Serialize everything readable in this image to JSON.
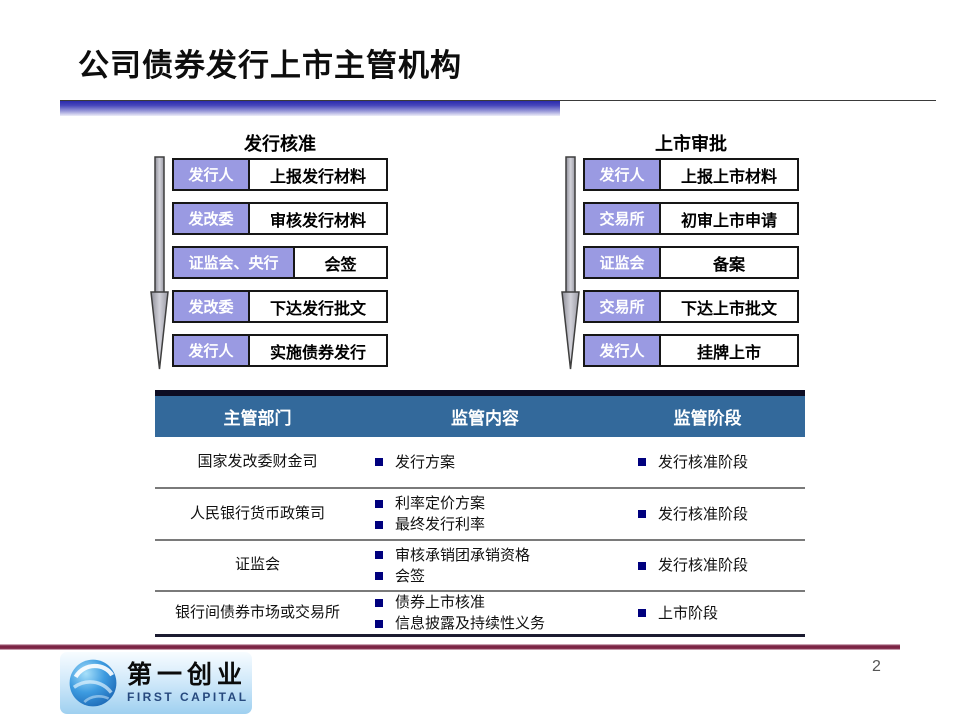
{
  "slide": {
    "title": "公司债券发行上市主管机构",
    "page_number": "2"
  },
  "flowcharts": [
    {
      "title": "发行核准",
      "steps": [
        {
          "actor": "发行人",
          "action": "上报发行材料"
        },
        {
          "actor": "发改委",
          "action": "审核发行材料"
        },
        {
          "actor": "证监会、央行",
          "action": "会签"
        },
        {
          "actor": "发改委",
          "action": "下达发行批文"
        },
        {
          "actor": "发行人",
          "action": "实施债券发行"
        }
      ]
    },
    {
      "title": "上市审批",
      "steps": [
        {
          "actor": "发行人",
          "action": "上报上市材料"
        },
        {
          "actor": "交易所",
          "action": "初审上市申请"
        },
        {
          "actor": "证监会",
          "action": "备案"
        },
        {
          "actor": "交易所",
          "action": "下达上市批文"
        },
        {
          "actor": "发行人",
          "action": "挂牌上市"
        }
      ]
    }
  ],
  "table": {
    "headers": [
      "主管部门",
      "监管内容",
      "监管阶段"
    ],
    "rows": [
      {
        "department": "国家发改委财金司",
        "content": [
          "发行方案"
        ],
        "stage": "发行核准阶段"
      },
      {
        "department": "人民银行货币政策司",
        "content": [
          "利率定价方案",
          "最终发行利率"
        ],
        "stage": "发行核准阶段"
      },
      {
        "department": "证监会",
        "content": [
          "审核承销团承销资格",
          "会签"
        ],
        "stage": "发行核准阶段"
      },
      {
        "department": "银行间债券市场或交易所",
        "content": [
          "债券上市核准",
          "信息披露及持续性义务"
        ],
        "stage": "上市阶段"
      }
    ]
  },
  "footer": {
    "logo_cn": "第一创业",
    "logo_en": "FIRST CAPITAL"
  },
  "colors": {
    "label_purple": "#9a9ae2",
    "table_header_blue": "#33699b",
    "bullet_navy": "#00007e",
    "footer_maroon": "#7b2444",
    "title_bar_blue": "#2b2bad"
  }
}
